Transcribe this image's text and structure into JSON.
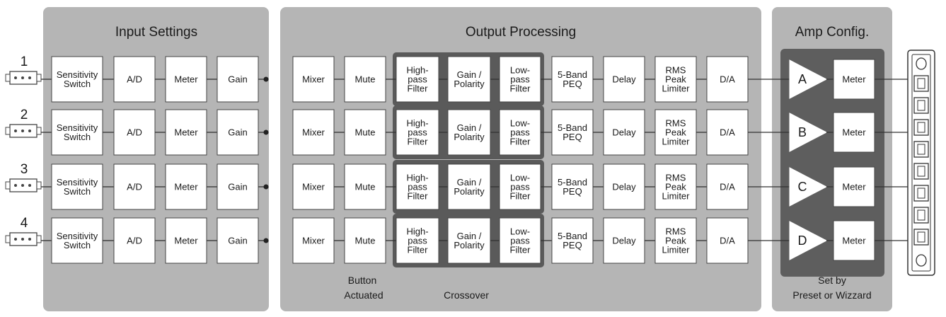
{
  "sections": {
    "input": "Input Settings",
    "output": "Output Processing",
    "amp": "Amp Config."
  },
  "channels": [
    "1",
    "2",
    "3",
    "4"
  ],
  "input_blocks": {
    "sensitivity": [
      "Sensitivity",
      "Switch"
    ],
    "ad": "A/D",
    "meter": "Meter",
    "gain": "Gain"
  },
  "output_blocks": {
    "mixer": "Mixer",
    "mute": "Mute",
    "highpass": [
      "High-",
      "pass",
      "Filter"
    ],
    "gain_polarity": [
      "Gain /",
      "Polarity"
    ],
    "lowpass": [
      "Low-",
      "pass",
      "Filter"
    ],
    "peq": [
      "5-Band",
      "PEQ"
    ],
    "delay": "Delay",
    "limiter": [
      "RMS",
      "Peak",
      "Limiter"
    ],
    "da": "D/A"
  },
  "amp_blocks": {
    "labels": [
      "A",
      "B",
      "C",
      "D"
    ],
    "meter": "Meter"
  },
  "captions": {
    "button_actuated": [
      "Button",
      "Actuated"
    ],
    "crossover": "Crossover",
    "preset": [
      "Set by",
      "Preset or Wizzard"
    ]
  },
  "colors": {
    "panel": "#b5b5b5",
    "crossover_group": "#5a5a5a",
    "amp_group": "#5e5e5e",
    "block_fill": "#ffffff",
    "line": "#333333"
  }
}
